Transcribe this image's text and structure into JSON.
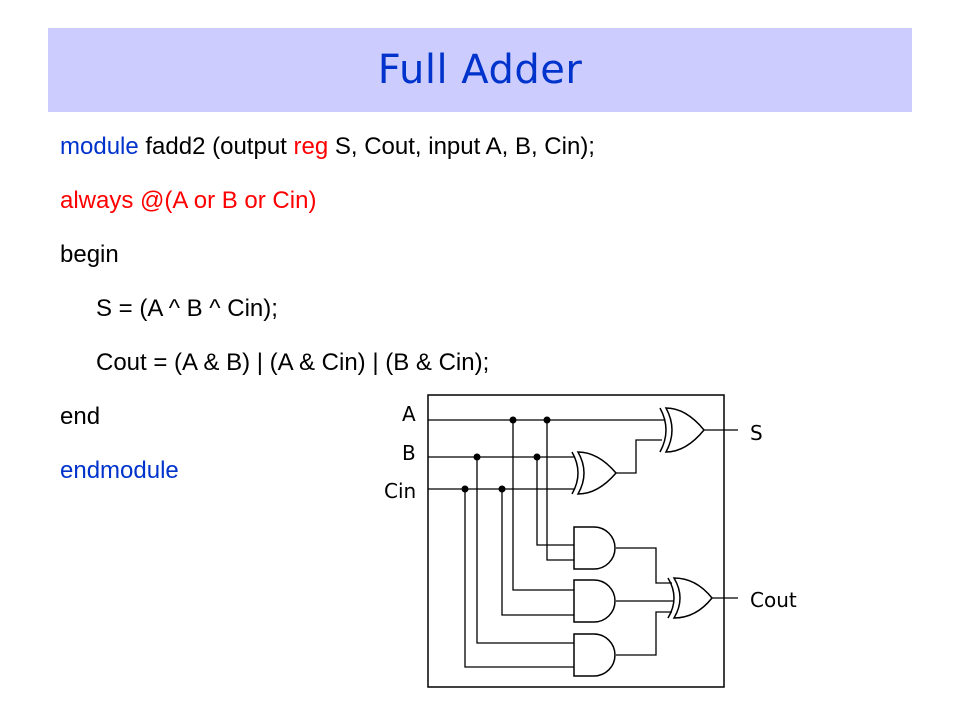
{
  "slide": {
    "title": "Full Adder"
  },
  "code": {
    "line1": {
      "kw_module": "module",
      "rest_a": " fadd2 (output ",
      "kw_reg": "reg",
      "rest_b": " S, Cout, input A, B, Cin);"
    },
    "line2": "always @(A or B or Cin)",
    "line3": "begin",
    "line4": "S = (A ^ B ^ Cin);",
    "line5": "Cout = (A & B) | (A & Cin) | (B & Cin);",
    "line6": "end",
    "line7": "endmodule"
  },
  "diagram": {
    "input_a": "A",
    "input_b": "B",
    "input_cin": "Cin",
    "output_s": "S",
    "output_cout": "Cout"
  },
  "colors": {
    "title_bg": "#ccccff",
    "title_text": "#0033cc",
    "keyword_blue": "#0033cc",
    "keyword_red": "#ff0000"
  }
}
